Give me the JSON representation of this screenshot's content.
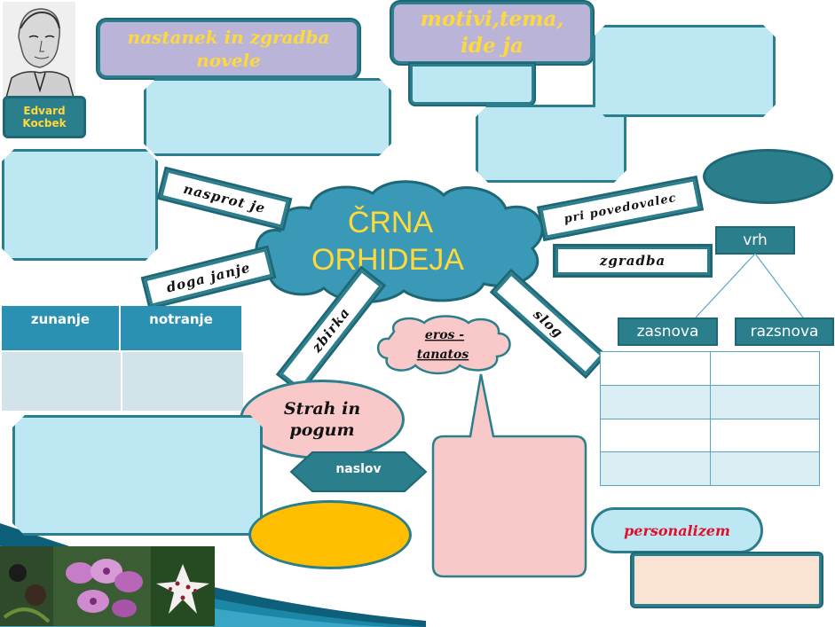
{
  "author": {
    "first_name": "Edvard",
    "last_name": "Kocbek"
  },
  "center": {
    "line1": "ČRNA",
    "line2": "ORHIDEJA"
  },
  "headers": {
    "nastanek_line1": "nastanek in zgradba",
    "nastanek_line2": "novele",
    "motivi_line1": "motivi,tema,",
    "motivi_line2": "ide ja"
  },
  "tags": {
    "nasprotje": "nasprot je",
    "dogajanje": "doga janje",
    "zbirka": "zbirka",
    "pripovedovalec": "pri povedovalec",
    "zgradba": "zgradba",
    "slog": "slog"
  },
  "eros": {
    "line1": "eros -",
    "line2": "tanatos"
  },
  "strah": {
    "line1": "Strah in",
    "line2": "pogum"
  },
  "naslov": "naslov",
  "table_left": {
    "headers": [
      "zunanje",
      "notranje"
    ]
  },
  "structure": {
    "vrh": "vrh",
    "zasnova": "zasnova",
    "razsnova": "razsnova"
  },
  "personalizem": "personalizem",
  "colors": {
    "teal": "#2b7f8c",
    "light_blue": "#bde8f3",
    "lavender": "#b9b4d8",
    "pink": "#f9c9c9",
    "yellow": "#ffd93b",
    "gold": "#ffbf00",
    "peach": "#fbe3d4",
    "red_text": "#e0102a"
  },
  "icons": [
    "portrait-image",
    "orchid-photo"
  ]
}
